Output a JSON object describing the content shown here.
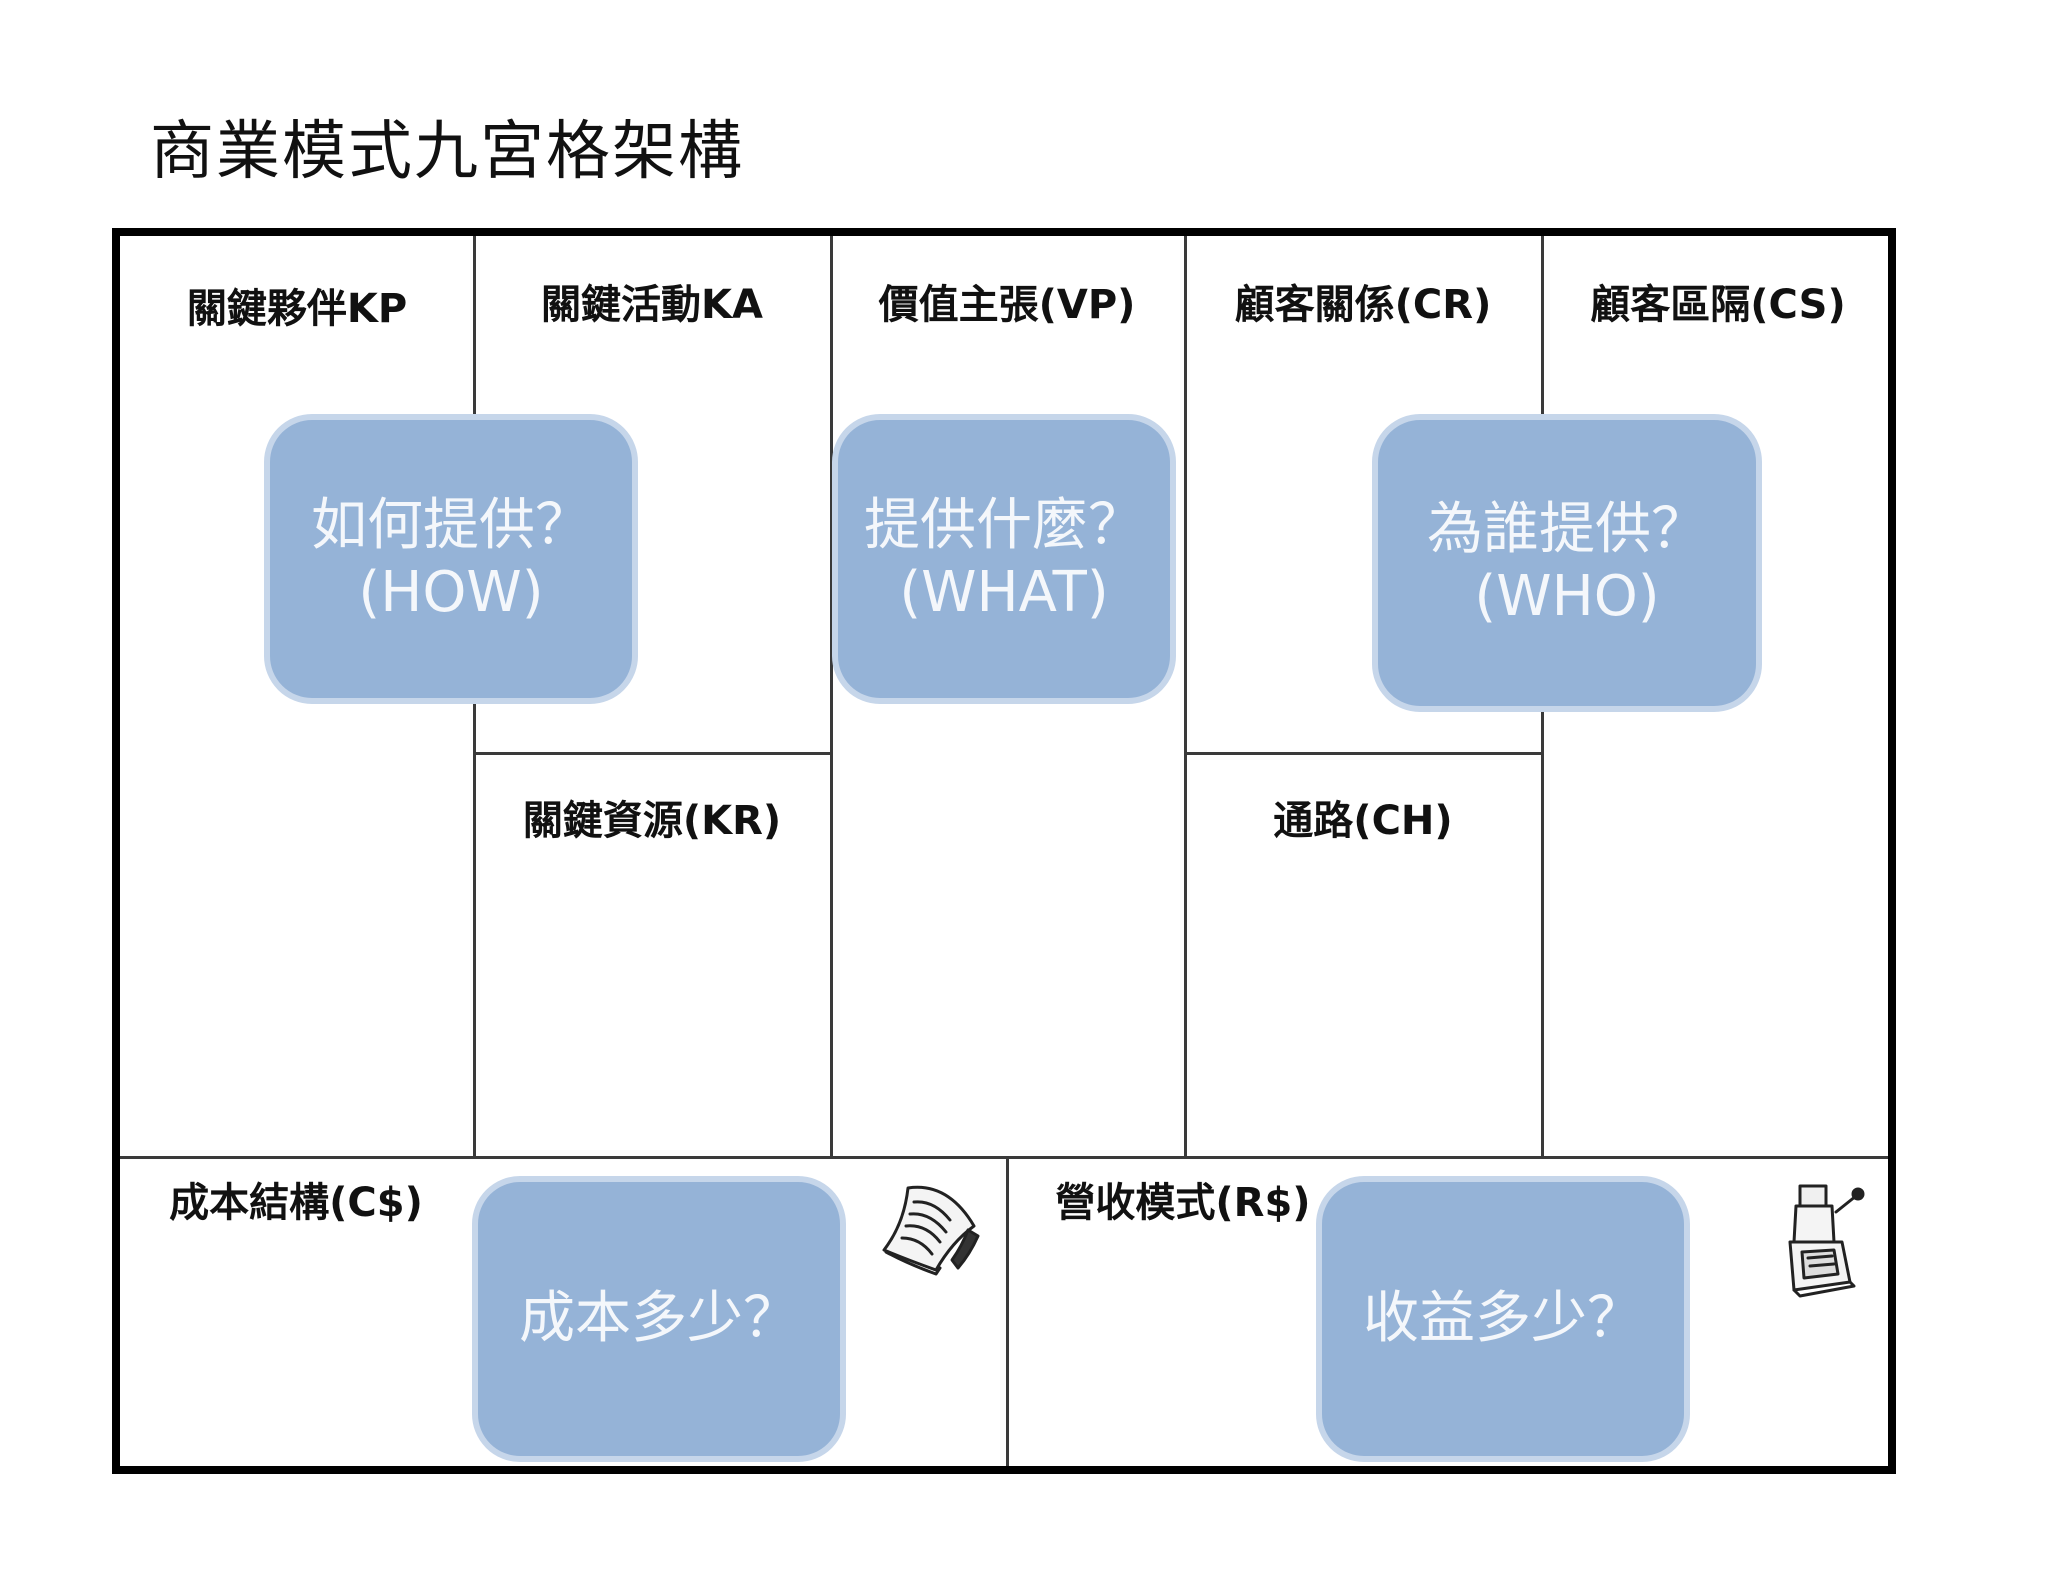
{
  "title": "商業模式九宮格架構",
  "blocks": {
    "kp": "關鍵夥伴KP",
    "ka": "關鍵活動KA",
    "kr": "關鍵資源(KR)",
    "vp": "價值主張(VP)",
    "cr": "顧客關係(CR)",
    "ch": "通路(CH)",
    "cs": "顧客區隔(CS)",
    "cost": "成本結構(C$)",
    "revenue": "營收模式(R$)"
  },
  "callouts": {
    "how": [
      "如何提供？",
      "(HOW)"
    ],
    "what": [
      "提供什麼？",
      "(WHAT)"
    ],
    "who": [
      "為誰提供？",
      "(WHO)"
    ],
    "cost": "成本多少？",
    "revenue": "收益多少？"
  },
  "icons": {
    "cost": "receipt-paper-icon",
    "revenue": "cash-register-icon"
  },
  "colors": {
    "callout_fill": "#95b3d7",
    "callout_border": "#c6d6ea",
    "callout_text": "#f4f7fb",
    "frame": "#000000"
  }
}
